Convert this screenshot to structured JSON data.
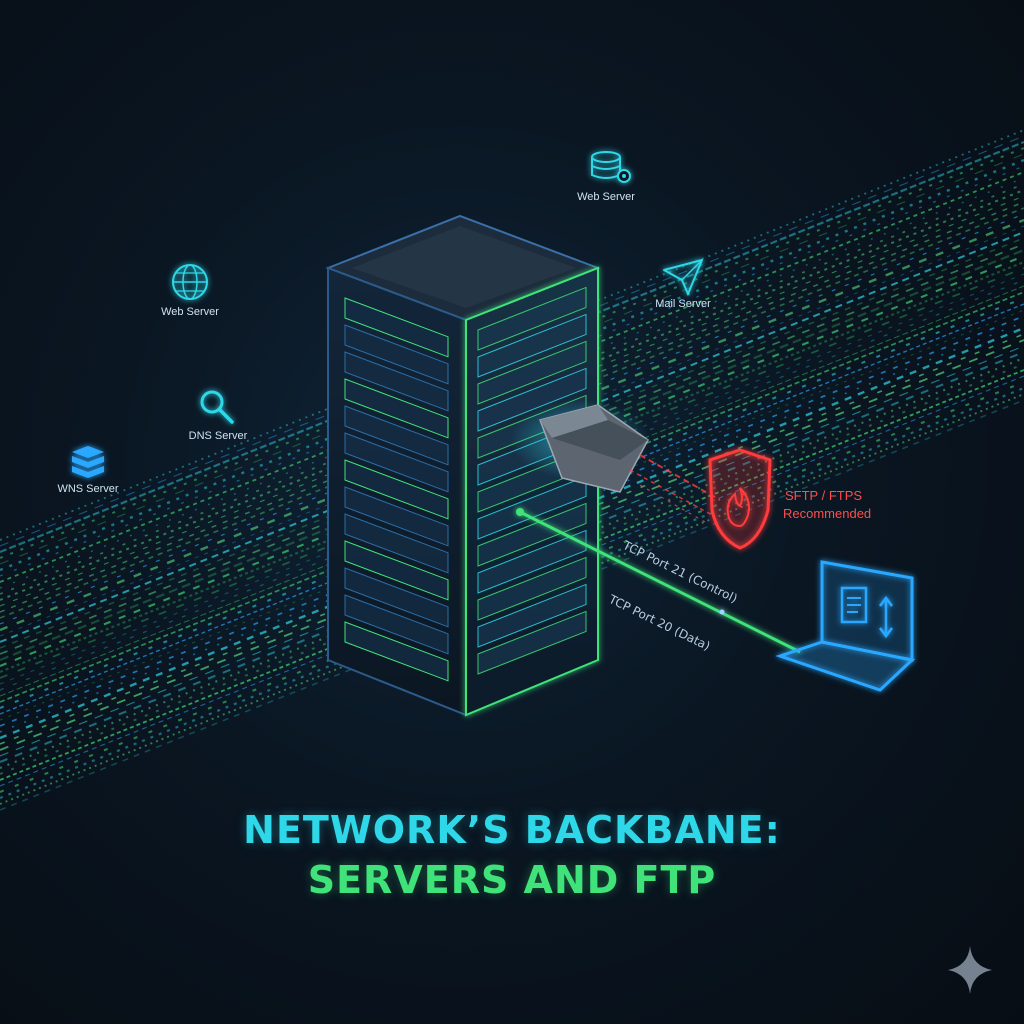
{
  "nodes": {
    "web_server_top": {
      "label": "Web Server",
      "icon": "database-gear-icon"
    },
    "web_server_left": {
      "label": "Web Server",
      "icon": "globe-icon"
    },
    "mail_server": {
      "label": "Mail Server",
      "icon": "paper-plane-icon"
    },
    "dns_server": {
      "label": "DNS Server",
      "icon": "magnifier-icon"
    },
    "wns_server": {
      "label": "WNS Server",
      "icon": "database-icon"
    }
  },
  "security": {
    "line1": "SFTP / FTPS",
    "line2": "Recommended",
    "icon": "shield-flame-icon"
  },
  "ports": {
    "control": "TCP Port 21 (Control)",
    "data": "TCP Port 20 (Data)"
  },
  "title": {
    "line1": "NETWORK’S BACKBANE:",
    "line2": "SERVERS AND FTP"
  },
  "colors": {
    "cyan": "#2fd8e8",
    "green": "#3fe37a",
    "red": "#ff3b3b",
    "blue": "#2aa8ff"
  }
}
